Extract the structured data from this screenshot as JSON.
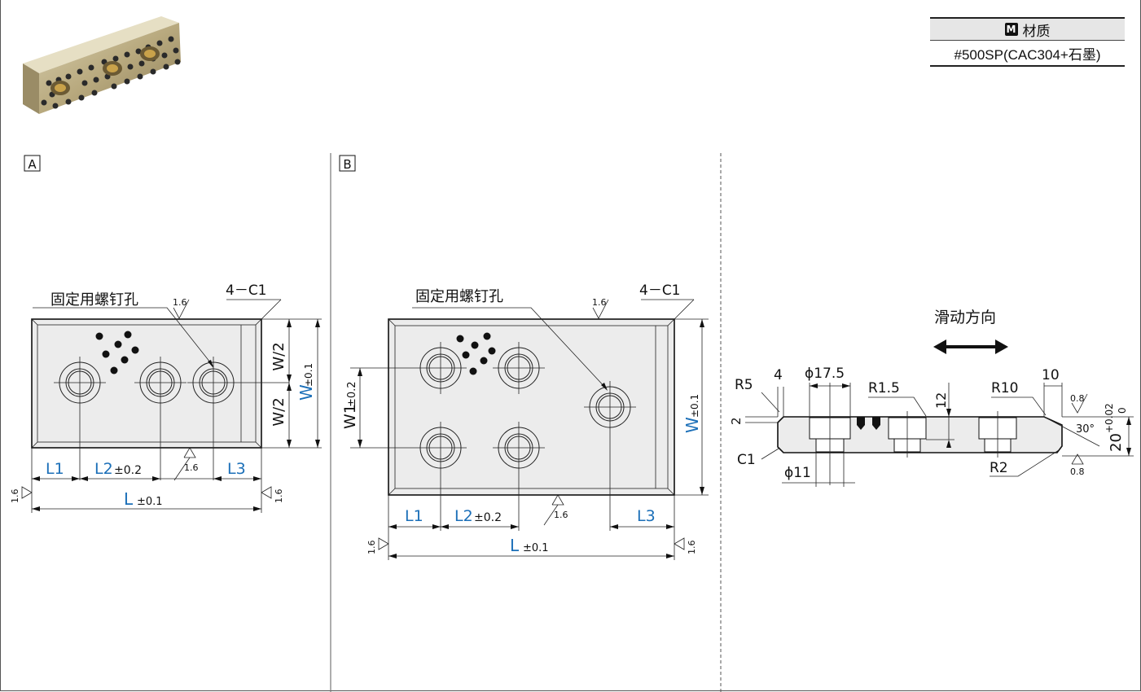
{
  "material": {
    "badge": "M",
    "header": "材质",
    "value": "#500SP(CAC304+石墨)"
  },
  "view_a": {
    "tag": "A",
    "hole_label": "固定用螺钉孔",
    "chamfer": "4－C1",
    "roughness": "1.6",
    "half_w_top": "W/2",
    "half_w_bottom": "W/2",
    "w_dim": "W",
    "w_tol": "±0.1",
    "l1": "L1",
    "l2": "L2",
    "l2_tol": "±0.2",
    "l3": "L3",
    "l_dim": "L",
    "l_tol": "±0.1"
  },
  "view_b": {
    "tag": "B",
    "hole_label": "固定用螺钉孔",
    "chamfer": "4－C1",
    "roughness": "1.6",
    "w1_dim": "W1",
    "w1_tol": "±0.2",
    "w_dim": "W",
    "w_tol": "±0.1",
    "l1": "L1",
    "l2": "L2",
    "l2_tol": "±0.2",
    "l3": "L3",
    "l_dim": "L",
    "l_tol": "±0.1"
  },
  "section": {
    "direction_label": "滑动方向",
    "r5": "R5",
    "dim4": "4",
    "phi175": "ϕ17.5",
    "r15": "R1.5",
    "dim12": "12",
    "r10": "R10",
    "dim10": "10",
    "dim2": "2",
    "c1": "C1",
    "phi11": "ϕ11",
    "r2": "R2",
    "angle": "30°",
    "rough_08": "0.8",
    "t_dim": "20",
    "t_tol_upper": "+0.02",
    "t_tol_lower": "0"
  }
}
